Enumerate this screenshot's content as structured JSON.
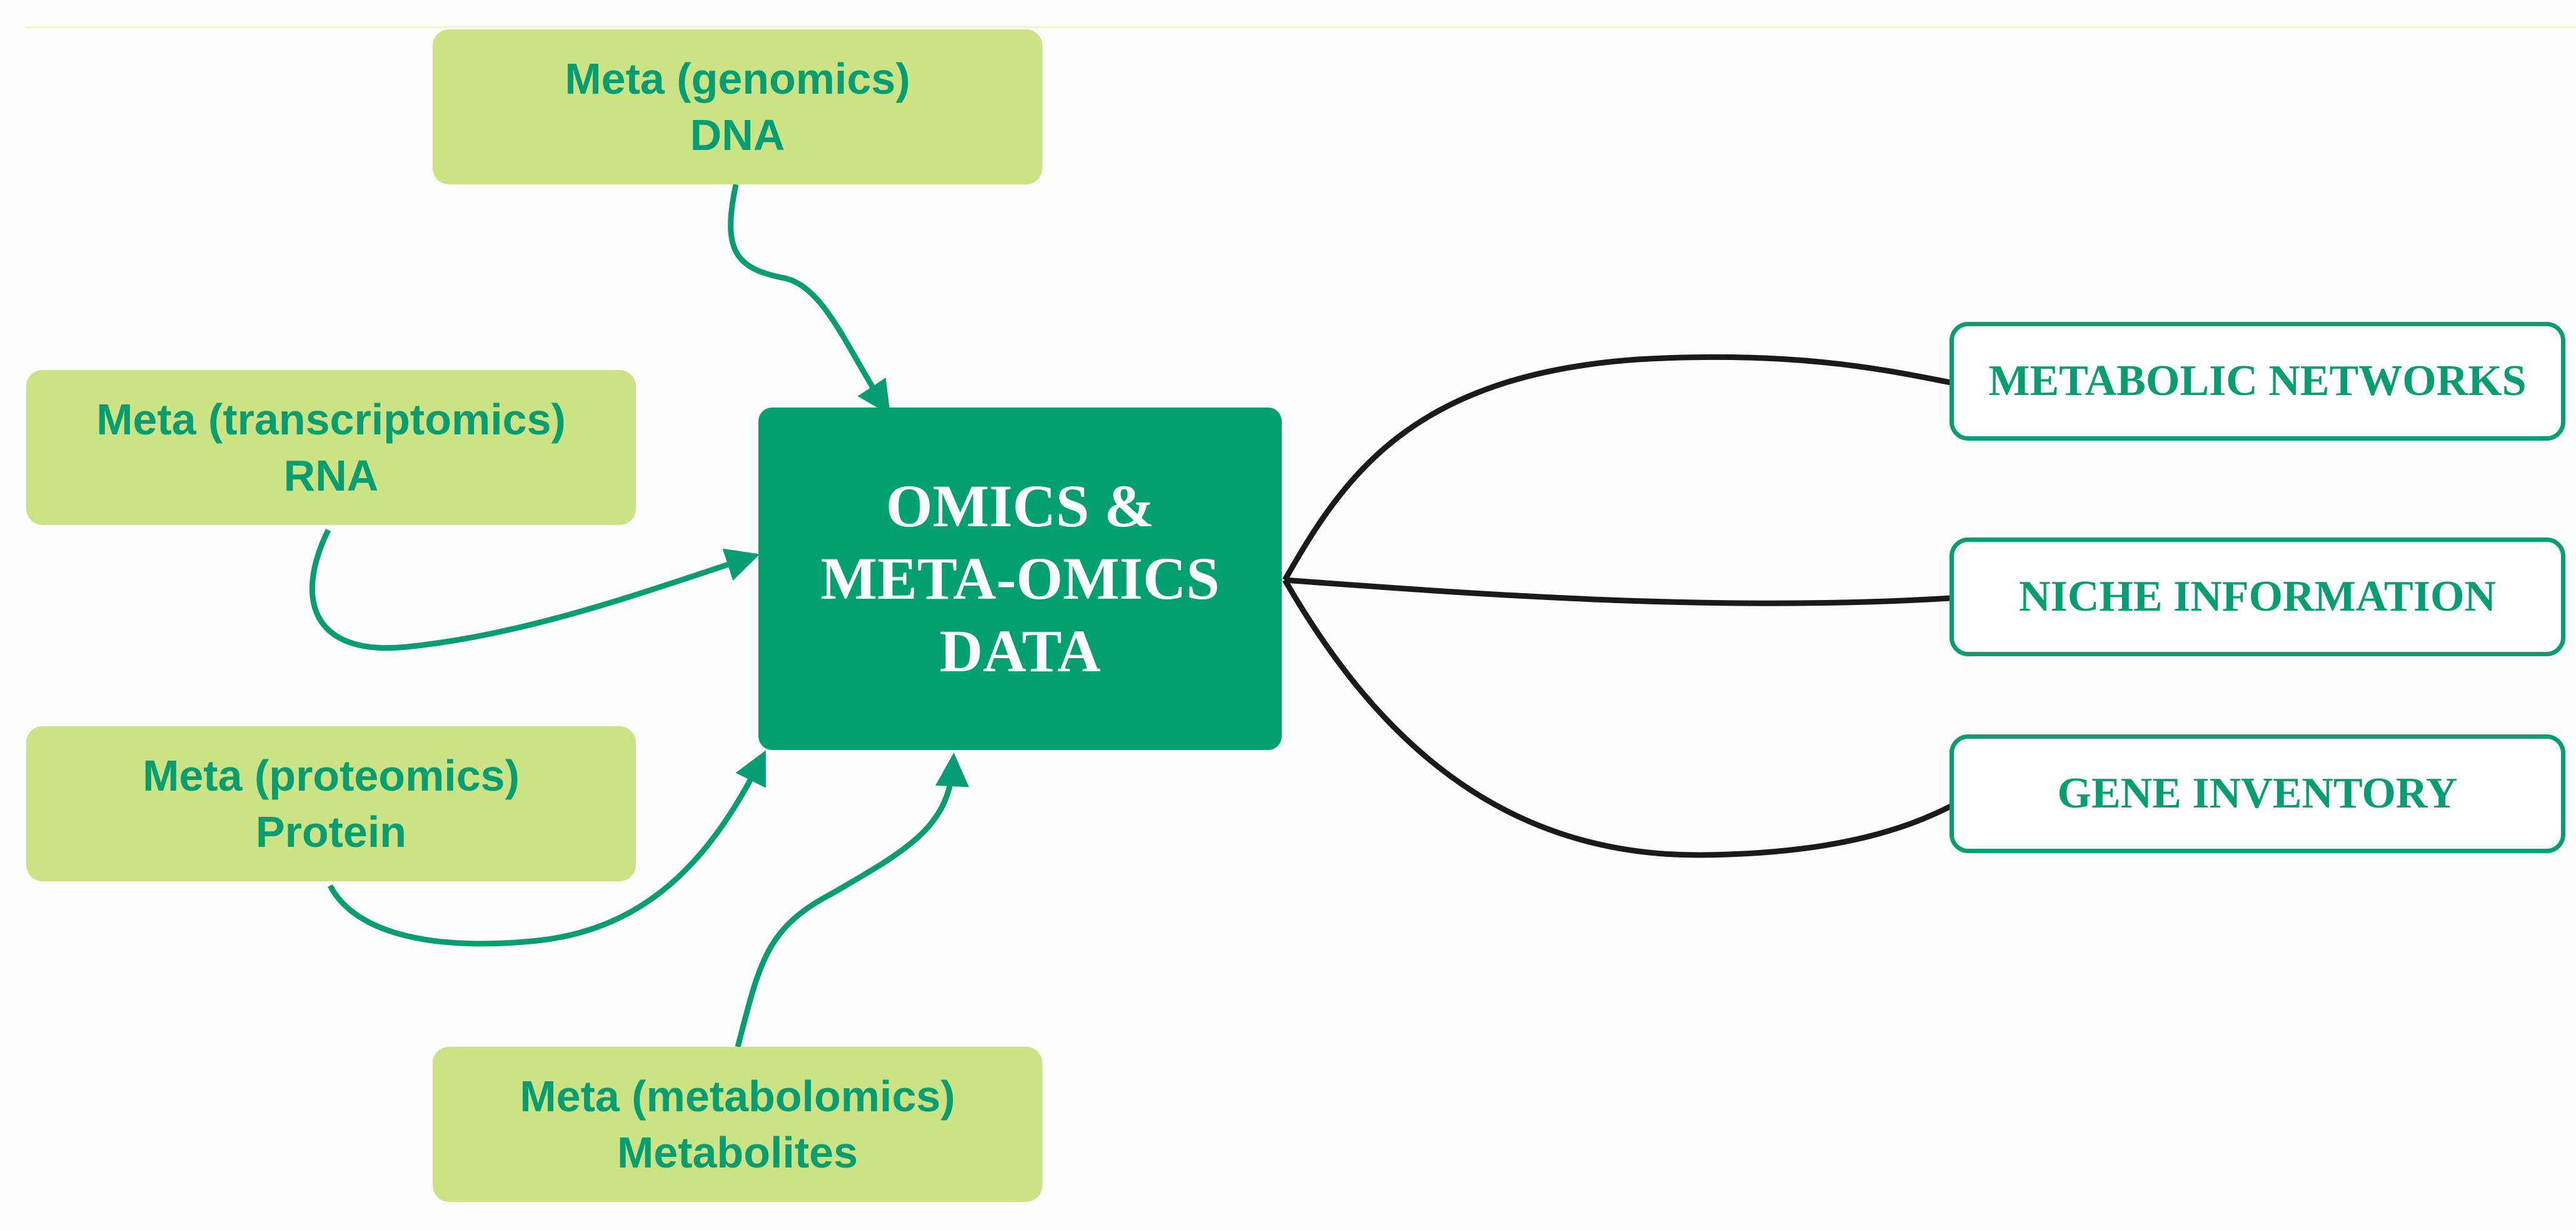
{
  "colors": {
    "source_fill": "#cbe384",
    "source_text": "#079d73",
    "center_fill": "#029f6f",
    "center_text": "#ffffff",
    "output_border": "#079d73",
    "arrow_color": "#079d73",
    "connector_color": "#1a1a1a"
  },
  "sources": [
    {
      "line1": "Meta (genomics)",
      "line2": "DNA"
    },
    {
      "line1": "Meta (transcriptomics)",
      "line2": "RNA"
    },
    {
      "line1": "Meta (proteomics)",
      "line2": "Protein"
    },
    {
      "line1": "Meta (metabolomics)",
      "line2": "Metabolites"
    }
  ],
  "center": {
    "lines": [
      "OMICS &",
      "META-OMICS",
      "DATA"
    ]
  },
  "outputs": [
    {
      "label": "METABOLIC NETWORKS"
    },
    {
      "label": "NICHE INFORMATION"
    },
    {
      "label": "GENE INVENTORY"
    }
  ]
}
